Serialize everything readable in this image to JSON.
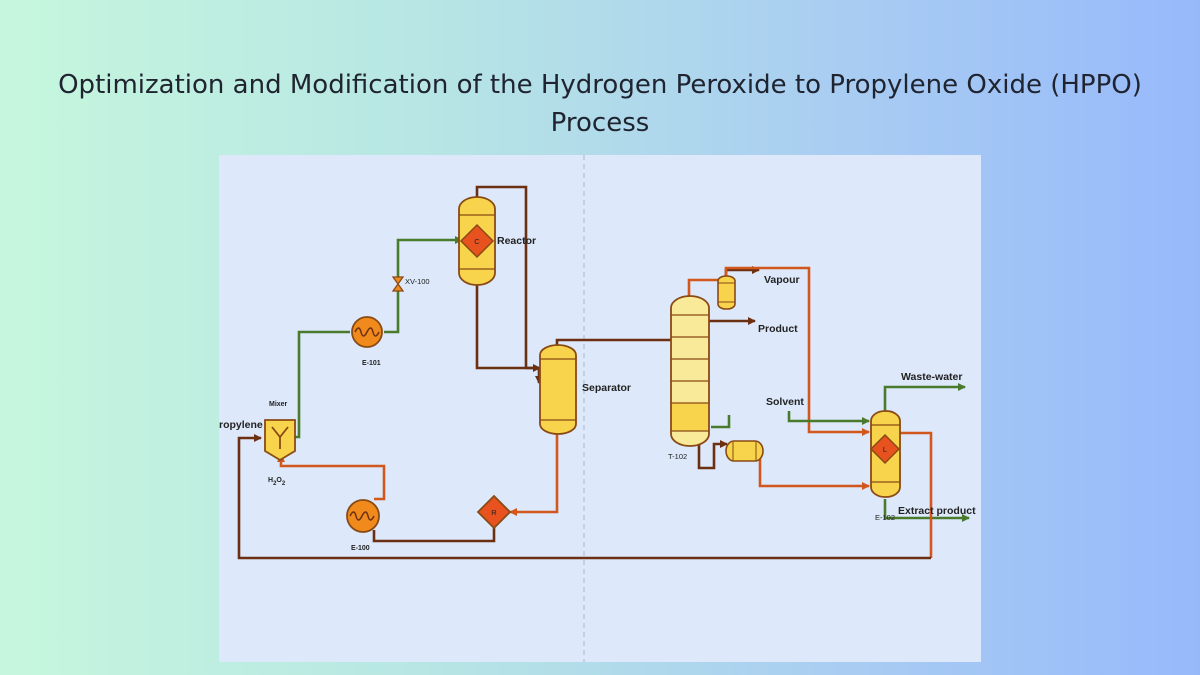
{
  "title_line1": "Optimization and Modification of the Hydrogen Peroxide to Propylene Oxide (HPPO)",
  "title_line2": "Process",
  "diagram": {
    "colors": {
      "dark_stream": "#6b2f12",
      "green_stream": "#4a7a2c",
      "orange_stream": "#d2571d",
      "vessel_fill": "#f7d44c",
      "vessel_light": "#f9ea9a",
      "vessel_stroke": "#8a4a14",
      "exchanger_fill": "#f08a1c",
      "diamond_fill": "#e8521f"
    },
    "labels": {
      "reactor": "Reactor",
      "reactor_tag": "C",
      "valve": "XV-100",
      "e101": "E-101",
      "mixer": "Mixer",
      "propylene": "ropylene",
      "h2o2_main": "H",
      "h2o2_sub": "2",
      "h2o2_o": "O",
      "h2o2_sub2": "2",
      "e100": "E-100",
      "regen_tag": "R",
      "separator": "Separator",
      "vapour": "Vapour",
      "product": "Product",
      "t102": "T-102",
      "solvent": "Solvent",
      "waste_water": "Waste-water",
      "extractor_tag": "L",
      "e102": "E-102",
      "extract_product": "Extract product"
    }
  }
}
